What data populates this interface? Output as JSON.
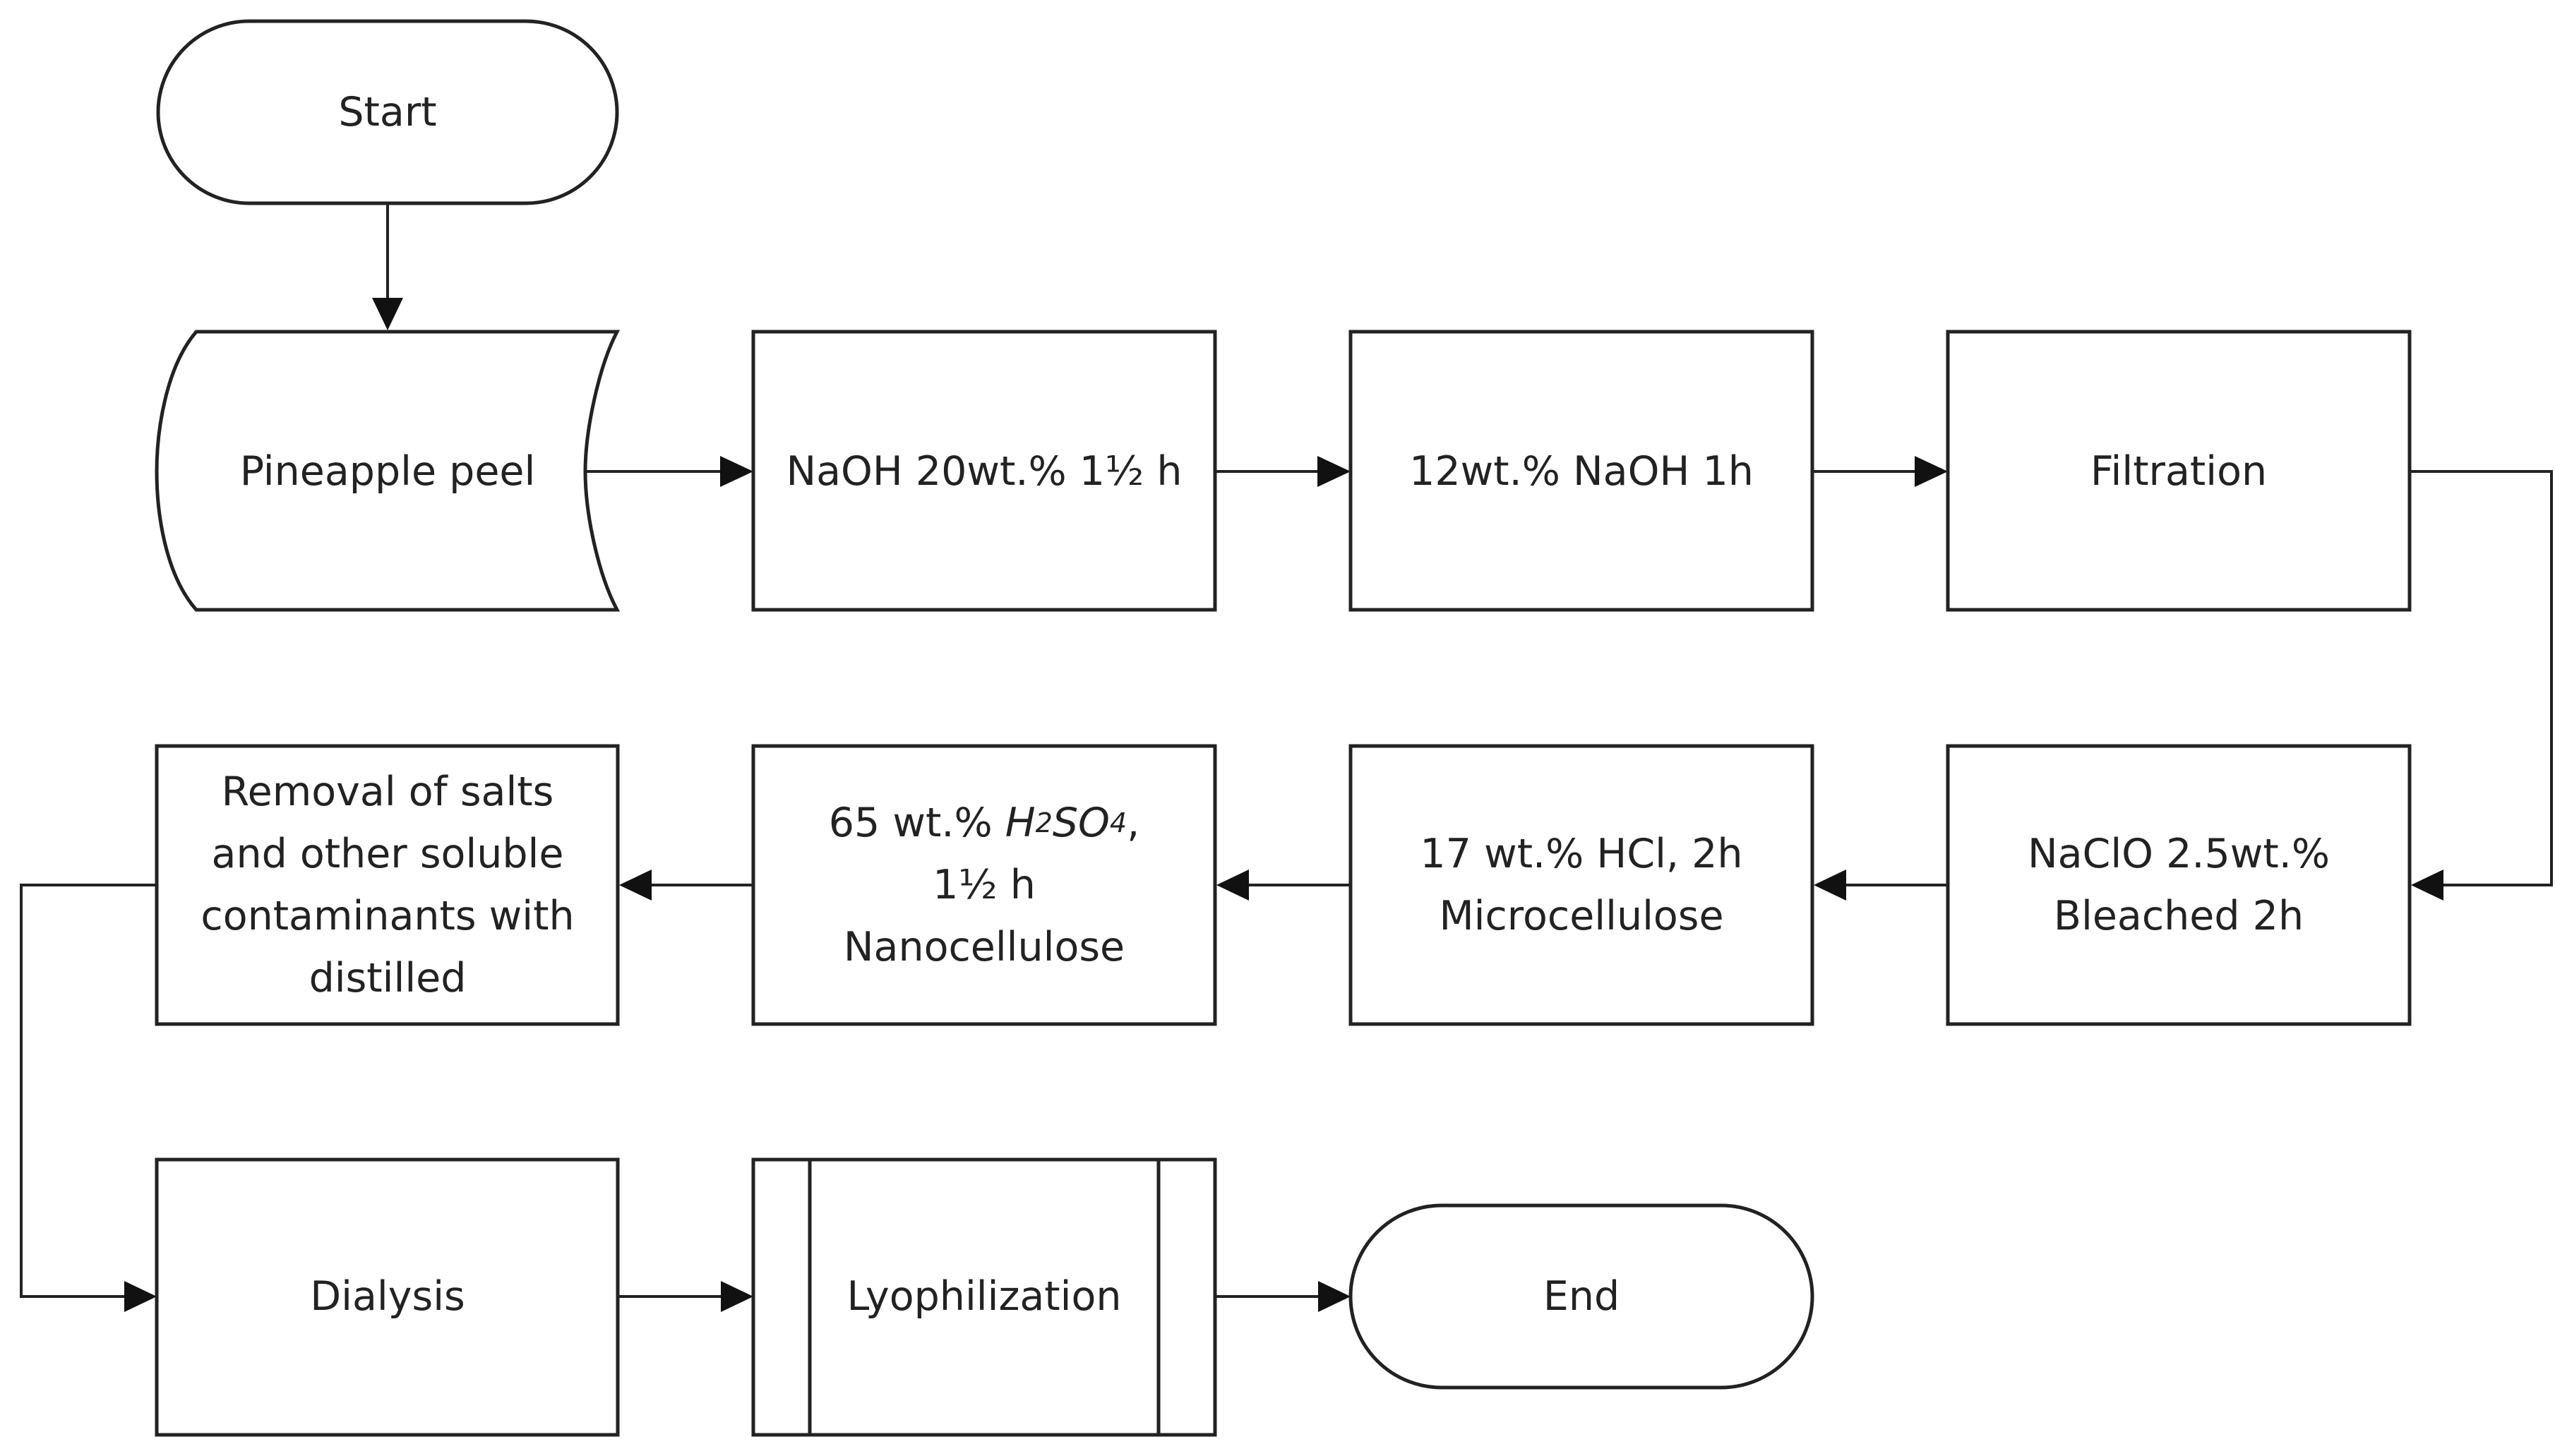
{
  "nodes": {
    "start": {
      "label": "Start"
    },
    "pineapple": {
      "label": "Pineapple peel"
    },
    "naoh20": {
      "label": "NaOH 20wt.% 1½ h"
    },
    "naoh12": {
      "label": "12wt.% NaOH 1h"
    },
    "filtration": {
      "label": "Filtration"
    },
    "naclo": {
      "line1": "NaClO 2.5wt.%",
      "line2": "Bleached 2h"
    },
    "hcl": {
      "line1": "17 wt.% HCl, 2h",
      "line2": "Microcellulose"
    },
    "h2so4": {
      "line1_prefix": "65 wt.% ",
      "formula": {
        "h": "H",
        "sub2": "2",
        "so": "SO",
        "sub4": "4"
      },
      "line1_suffix": ",",
      "line2": "1½ h",
      "line3": "Nanocellulose"
    },
    "removal": {
      "line1": "Removal of salts",
      "line2": "and other soluble",
      "line3": "contaminants with",
      "line4": "distilled"
    },
    "dialysis": {
      "label": "Dialysis"
    },
    "lyophilization": {
      "label": "Lyophilization"
    },
    "end": {
      "label": "End"
    }
  },
  "edges": [
    {
      "from": "start",
      "to": "pineapple"
    },
    {
      "from": "pineapple",
      "to": "naoh20"
    },
    {
      "from": "naoh20",
      "to": "naoh12"
    },
    {
      "from": "naoh12",
      "to": "filtration"
    },
    {
      "from": "filtration",
      "to": "naclo"
    },
    {
      "from": "naclo",
      "to": "hcl"
    },
    {
      "from": "hcl",
      "to": "h2so4"
    },
    {
      "from": "h2so4",
      "to": "removal"
    },
    {
      "from": "removal",
      "to": "dialysis"
    },
    {
      "from": "dialysis",
      "to": "lyophilization"
    },
    {
      "from": "lyophilization",
      "to": "end"
    }
  ]
}
